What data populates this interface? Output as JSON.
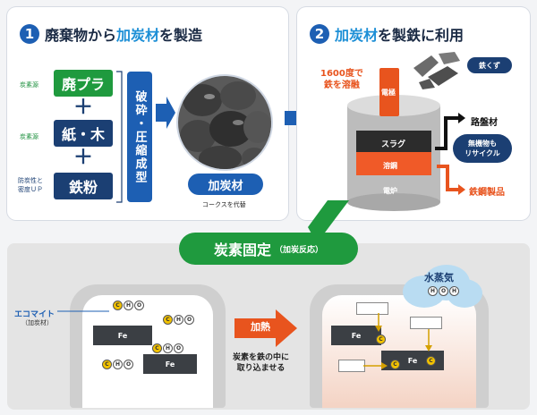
{
  "step1": {
    "number": "1",
    "title_prefix": "廃棄物から",
    "title_emph": "加炭材",
    "title_suffix": "を製造",
    "labels": {
      "carbon_source_1": "炭素源",
      "carbon_source_2": "炭素源",
      "density": "防炭性と\n密度ＵＰ"
    },
    "items": [
      "廃プラ",
      "紙・木",
      "鉄粉"
    ],
    "plus": "＋",
    "process": "破砕・圧縮成型",
    "product_label": "加炭材",
    "caption": "コークスを代替"
  },
  "step2": {
    "number": "2",
    "title_emph": "加炭材",
    "title_suffix": "を製鉄に利用",
    "temp_note": "1600度で\n鉄を溶融",
    "electrode": "電極",
    "scrap": "鉄くず",
    "slag": "スラグ",
    "molten": "溶鋼",
    "furnace": "電炉",
    "road": "路盤材",
    "inorganic": "無機物も\nリサイクル",
    "steel": "鉄鋼製品"
  },
  "fixation": {
    "title": "炭素固定",
    "subtitle": "（加炭反応）",
    "ecomite": "エコマイト",
    "ecomite_sub": "（加炭材）",
    "heat": "加熱",
    "heat_caption": "炭素を鉄の中に\n取り込ませる",
    "steam": "水蒸気",
    "fe": "Fe",
    "c": "C",
    "h": "H",
    "o": "O"
  },
  "colors": {
    "blue": "#1d5fb3",
    "green": "#1f9a3e",
    "orange": "#e8541e",
    "navy": "#1b3f73"
  }
}
